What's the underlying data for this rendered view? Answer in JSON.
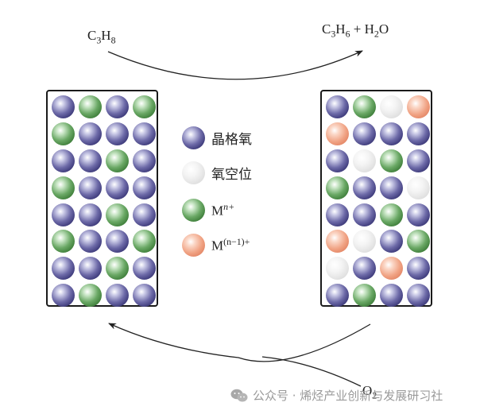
{
  "labels": {
    "reactant_top": {
      "base": "C",
      "sub1": "3",
      "mid": "H",
      "sub2": "8"
    },
    "product_top": {
      "c": "C",
      "c_sub": "3",
      "h": "H",
      "h_sub": "6",
      "plus": " + ",
      "h2": "H",
      "h2_sub": "2",
      "o": "O"
    },
    "reactant_bottom": {
      "base": "O",
      "sub": "2"
    }
  },
  "legend": [
    {
      "type": "O",
      "label": "晶格氧",
      "meaning": "lattice oxygen",
      "color": "#4a478a"
    },
    {
      "type": "V",
      "label": "氧空位",
      "meaning": "oxygen vacancy",
      "color": "#e8e8e8"
    },
    {
      "type": "M",
      "label_base": "M",
      "label_sup": "n+",
      "color": "#4f9349"
    },
    {
      "type": "R",
      "label_base": "M",
      "label_sup": "(n−1)+",
      "color": "#ec9474"
    }
  ],
  "lattice_left": [
    [
      "O",
      "M",
      "O",
      "M"
    ],
    [
      "M",
      "O",
      "O",
      "O"
    ],
    [
      "O",
      "O",
      "M",
      "O"
    ],
    [
      "M",
      "O",
      "O",
      "O"
    ],
    [
      "O",
      "O",
      "M",
      "O"
    ],
    [
      "M",
      "O",
      "O",
      "M"
    ],
    [
      "O",
      "O",
      "M",
      "O"
    ],
    [
      "O",
      "M",
      "O",
      "O"
    ]
  ],
  "lattice_right": [
    [
      "O",
      "M",
      "V",
      "R"
    ],
    [
      "R",
      "O",
      "O",
      "O"
    ],
    [
      "O",
      "V",
      "M",
      "O"
    ],
    [
      "M",
      "O",
      "O",
      "V"
    ],
    [
      "O",
      "O",
      "M",
      "O"
    ],
    [
      "R",
      "V",
      "O",
      "M"
    ],
    [
      "V",
      "O",
      "R",
      "O"
    ],
    [
      "O",
      "M",
      "O",
      "O"
    ]
  ],
  "watermark": "公众号 · 烯烃产业创新与发展研习社"
}
